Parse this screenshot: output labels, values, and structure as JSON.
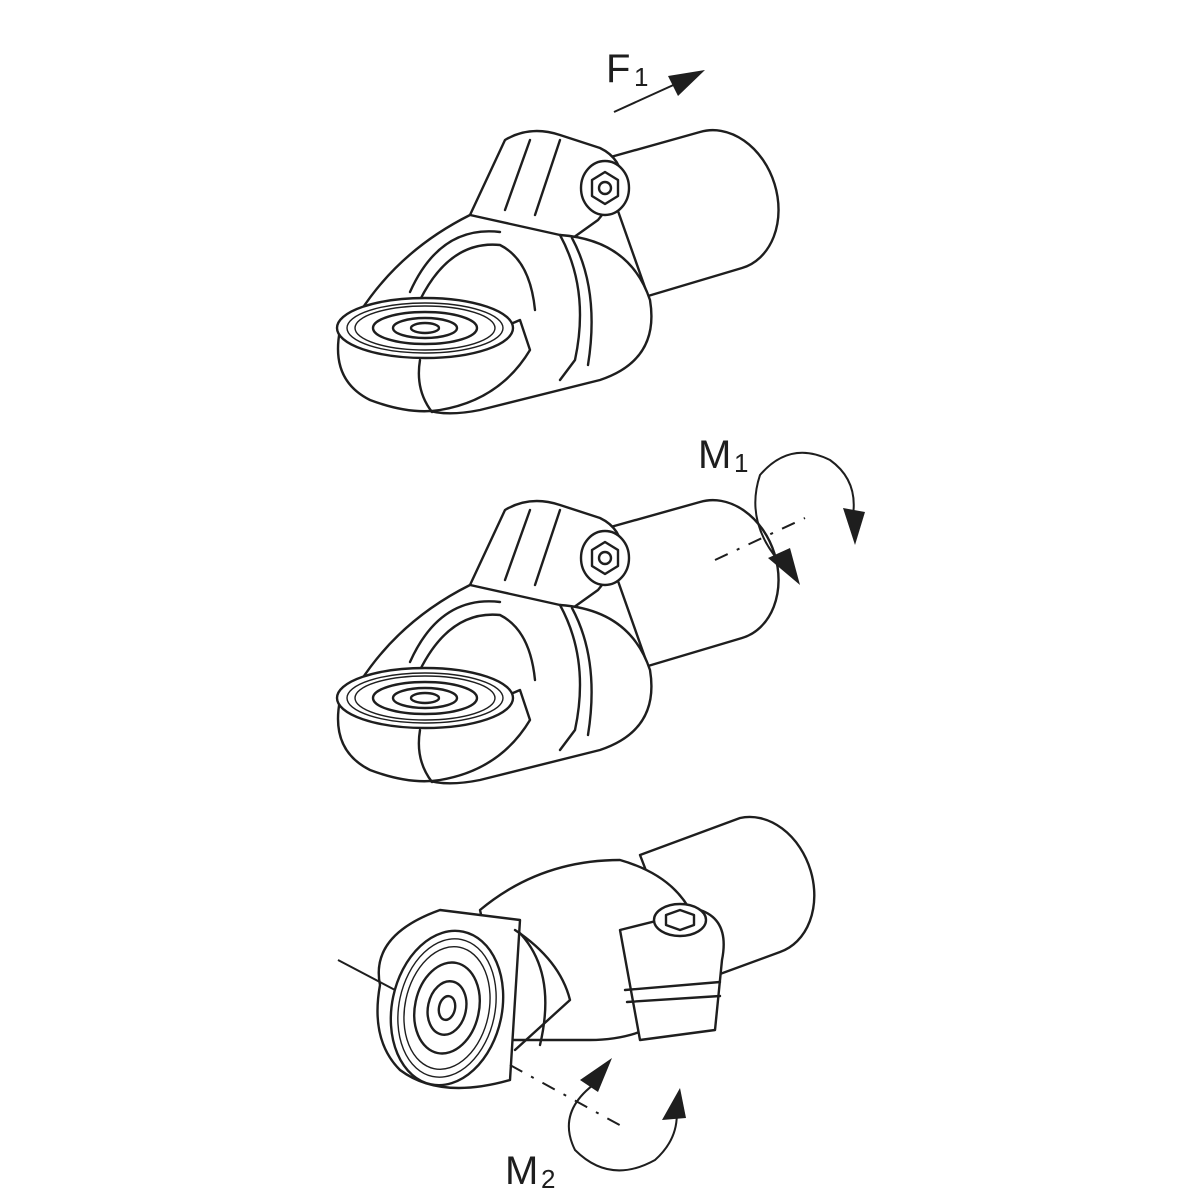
{
  "labels": {
    "force": {
      "main": "F",
      "sub": "1"
    },
    "moment1": {
      "main": "M",
      "sub": "1"
    },
    "moment2": {
      "main": "M",
      "sub": "2"
    }
  },
  "colors": {
    "line": "#1e1e1e",
    "background": "#ffffff"
  },
  "icons": [
    "force-arrow-icon",
    "moment-arrow-icon"
  ]
}
